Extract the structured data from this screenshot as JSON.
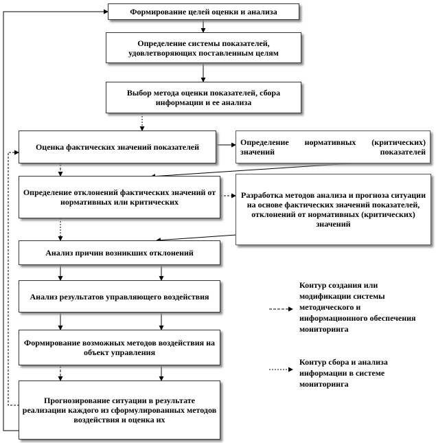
{
  "boxes": {
    "b1": "Формирование целей оценки и анализа",
    "b2": "Определение системы показателей, удовлетворяющих поставленным целям",
    "b3": "Выбор метода оценки показателей, сбора информации и ее анализа",
    "b4": "Оценка фактических значений показателей",
    "b5": "Определение нормативных (критических) значений показателей",
    "b6": "Определение отклонений фактических значений от нормативных или критических",
    "b7": "Разработка методов анализа и прогноза ситуации на основе фактических значений показателей, отклонений от нормативных (критических) значений",
    "b8": "Анализ причин возникших отклонений",
    "b9": "Анализ результатов управляющего воздействия",
    "b10": "Формирование возможных методов воздействия на объект управления",
    "b11": "Прогнозирование ситуации в результате реализации каждого из сформулированных методов воздействия и оценка их"
  },
  "legend": {
    "item1": "Контур создания или модификации системы методического и информационного обеспечения мониторинга",
    "item2": "Контур сбора и анализа информации в системе мониторинга"
  }
}
